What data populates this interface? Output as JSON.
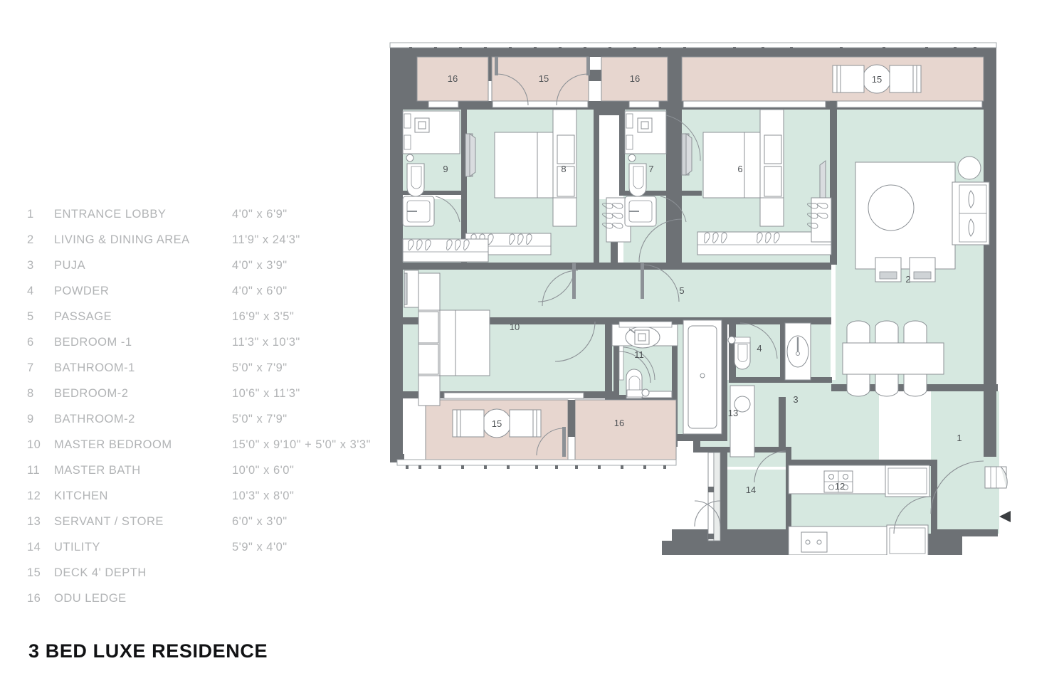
{
  "title": "3 BED LUXE RESIDENCE",
  "colors": {
    "room_fill": "#d6e8e0",
    "ledge_fill": "#e7d6cf",
    "wall": "#6d7175",
    "line": "#8c9196",
    "legend_text": "#b2b4b6",
    "title_text": "#111214"
  },
  "legend": [
    {
      "num": "1",
      "name": "ENTRANCE LOBBY",
      "dim": "4'0\" x 6'9\""
    },
    {
      "num": "2",
      "name": "LIVING & DINING AREA",
      "dim": "11'9\" x 24'3\""
    },
    {
      "num": "3",
      "name": "PUJA",
      "dim": "4'0\" x 3'9\""
    },
    {
      "num": "4",
      "name": "POWDER",
      "dim": "4'0\" x 6'0\""
    },
    {
      "num": "5",
      "name": "PASSAGE",
      "dim": "16'9\" x 3'5\""
    },
    {
      "num": "6",
      "name": "BEDROOM -1",
      "dim": "11'3\" x 10'3\""
    },
    {
      "num": "7",
      "name": "BATHROOM-1",
      "dim": "5'0\" x 7'9\""
    },
    {
      "num": "8",
      "name": "BEDROOM-2",
      "dim": "10'6\" x 11'3\""
    },
    {
      "num": "9",
      "name": "BATHROOM-2",
      "dim": "5'0\" x 7'9\""
    },
    {
      "num": "10",
      "name": "MASTER BEDROOM",
      "dim": "15'0\" x 9'10\" + 5'0\" x 3'3\""
    },
    {
      "num": "11",
      "name": "MASTER BATH",
      "dim": "10'0\" x 6'0\""
    },
    {
      "num": "12",
      "name": "KITCHEN",
      "dim": "10'3\" x 8'0\""
    },
    {
      "num": "13",
      "name": "SERVANT / STORE",
      "dim": "6'0\" x 3'0\""
    },
    {
      "num": "14",
      "name": "UTILITY",
      "dim": "5'9\" x 4'0\""
    },
    {
      "num": "15",
      "name": "DECK 4' DEPTH",
      "dim": ""
    },
    {
      "num": "16",
      "name": "ODU LEDGE",
      "dim": ""
    }
  ],
  "plan_labels": [
    {
      "num": "16",
      "room": "odu-ledge-top-left"
    },
    {
      "num": "15",
      "room": "deck-top-left"
    },
    {
      "num": "16",
      "room": "odu-ledge-top-mid"
    },
    {
      "num": "15",
      "room": "deck-top-right"
    },
    {
      "num": "9",
      "room": "bathroom-2"
    },
    {
      "num": "8",
      "room": "bedroom-2"
    },
    {
      "num": "7",
      "room": "bathroom-1"
    },
    {
      "num": "6",
      "room": "bedroom-1"
    },
    {
      "num": "2",
      "room": "living-dining-area"
    },
    {
      "num": "5",
      "room": "passage"
    },
    {
      "num": "10",
      "room": "master-bedroom"
    },
    {
      "num": "11",
      "room": "master-bath"
    },
    {
      "num": "4",
      "room": "powder"
    },
    {
      "num": "3",
      "room": "puja"
    },
    {
      "num": "15",
      "room": "deck-bottom"
    },
    {
      "num": "16",
      "room": "odu-ledge-bottom"
    },
    {
      "num": "13",
      "room": "servant-store"
    },
    {
      "num": "14",
      "room": "utility"
    },
    {
      "num": "12",
      "room": "kitchen"
    },
    {
      "num": "1",
      "room": "entrance-lobby"
    }
  ],
  "icons": {
    "entry_arrow": "entry-arrow-icon",
    "wardrobe_hanger": "hanger-icon",
    "shower_drain": "shower-icon",
    "hob": "stove-hob-icon",
    "sink": "sink-icon",
    "wc": "toilet-icon",
    "basin": "wash-basin-icon",
    "bathtub": "bathtub-icon"
  }
}
